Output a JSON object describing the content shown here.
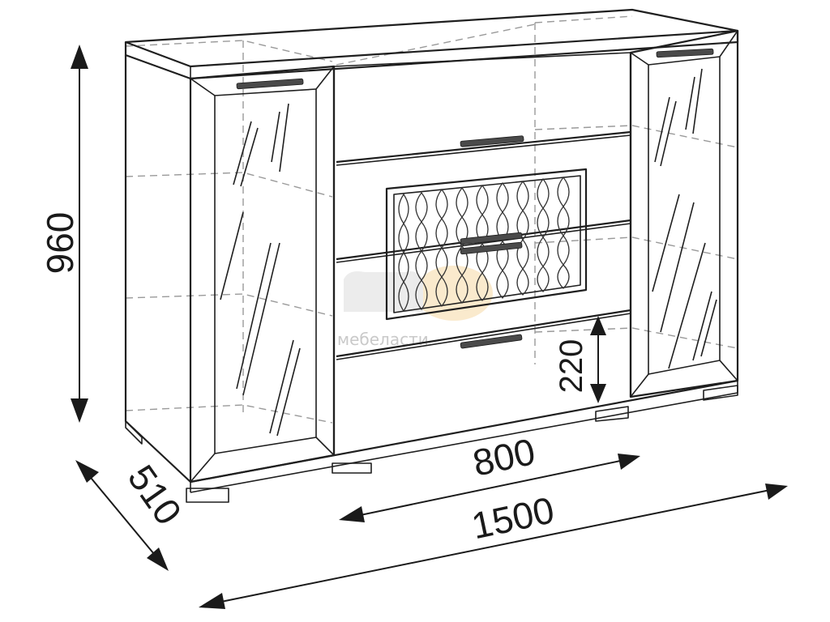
{
  "diagram": {
    "dimensions": {
      "height": "960",
      "depth": "510",
      "width_total": "1500",
      "width_center": "800",
      "drawer_height": "220"
    },
    "watermark": {
      "text": "мебеласти",
      "color": "#c9c9c9",
      "accent": "#f6d9a6"
    },
    "colors": {
      "line": "#1f1f1f",
      "hidden_line": "#9a9a9a",
      "background": "#ffffff"
    }
  }
}
